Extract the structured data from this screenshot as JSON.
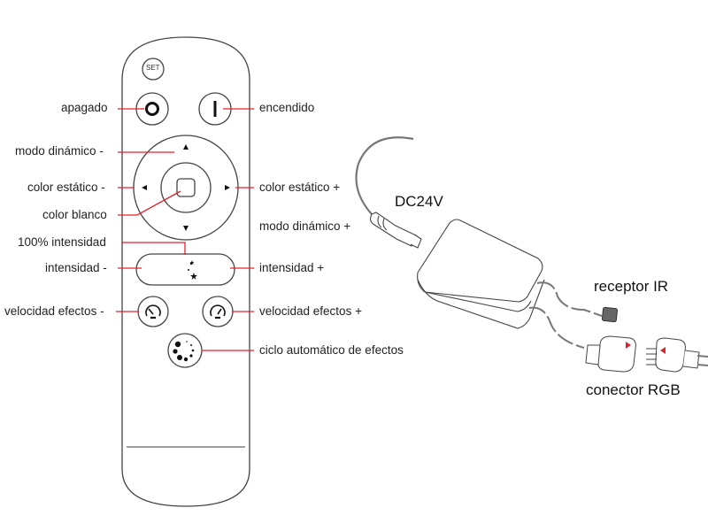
{
  "diagram": {
    "remote": {
      "set_button_label": "SET",
      "buttons": {
        "off": "O",
        "on": "I"
      }
    },
    "labels_left": [
      {
        "id": "off",
        "text": "apagado"
      },
      {
        "id": "dyn-minus",
        "text": "modo dinámico -"
      },
      {
        "id": "static-minus",
        "text": "color estático -"
      },
      {
        "id": "white",
        "text": "color blanco"
      },
      {
        "id": "full",
        "text": "100% intensidad"
      },
      {
        "id": "int-minus",
        "text": "intensidad -"
      },
      {
        "id": "speed-minus",
        "text": "velocidad efectos -"
      }
    ],
    "labels_right": [
      {
        "id": "on",
        "text": "encendido"
      },
      {
        "id": "static-plus",
        "text": "color estático +"
      },
      {
        "id": "dyn-plus",
        "text": "modo dinámico +"
      },
      {
        "id": "int-plus",
        "text": "intensidad +"
      },
      {
        "id": "speed-plus",
        "text": "velocidad efectos +"
      },
      {
        "id": "auto",
        "text": "ciclo automático de efectos"
      }
    ],
    "controller": {
      "power_label": "DC24V",
      "ir_label": "receptor IR",
      "rgb_label": "conector RGB"
    },
    "colors": {
      "leader_line": "#e8202a",
      "outline": "#444444",
      "ir_receiver": "#666666",
      "arrow_marker": "#d9242f"
    }
  }
}
